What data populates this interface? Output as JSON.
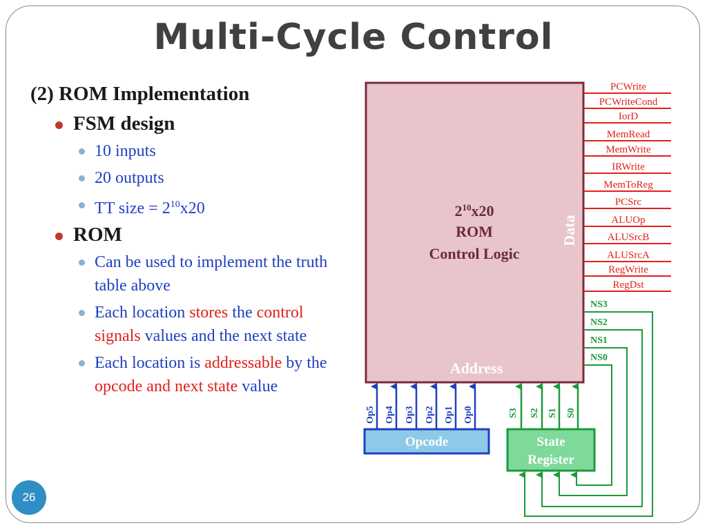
{
  "slide": {
    "title": "Multi-Cycle Control",
    "page_number": "26"
  },
  "content": {
    "heading": "(2) ROM Implementation",
    "fsm": {
      "label": "FSM design",
      "items": [
        "10 inputs",
        "20 outputs"
      ],
      "tt_prefix": "TT size = 2",
      "tt_sup": "10",
      "tt_suffix": "x20"
    },
    "rom": {
      "label": "ROM",
      "item1": "Can be used to implement the truth table above",
      "item2": {
        "p1": "Each location ",
        "p2": "stores",
        "p3": " the ",
        "p4": "control signals",
        "p5": " values and the next state"
      },
      "item3": {
        "p1": "Each location is ",
        "p2": "addressable",
        "p3": " by the ",
        "p4": "opcode and next state",
        "p5": " value"
      }
    }
  },
  "diagram": {
    "rom_line1_prefix": "2",
    "rom_line1_sup": "10",
    "rom_line1_suffix": "x20",
    "rom_line2": "ROM",
    "rom_line3": "Control Logic",
    "data_label": "Data",
    "address_label": "Address",
    "outputs": [
      "PCWrite",
      "PCWriteCond",
      "IorD",
      "MemRead",
      "MemWrite",
      "IRWrite",
      "MemToReg",
      "PCSrc",
      "ALUOp",
      "ALUSrcB",
      "ALUSrcA",
      "RegWrite",
      "RegDst"
    ],
    "next_state": [
      "NS3",
      "NS2",
      "NS1",
      "NS0"
    ],
    "opcode_bits": [
      "Op5",
      "Op4",
      "Op3",
      "Op2",
      "Op1",
      "Op0"
    ],
    "state_bits": [
      "S3",
      "S2",
      "S1",
      "S0"
    ],
    "opcode_box": "Opcode",
    "state_box_line1": "State",
    "state_box_line2": "Register",
    "colors": {
      "rom_fill": "#e8c4cc",
      "rom_border": "#7a2a3a",
      "signal_red": "#e0201b",
      "state_green": "#1a9a3a",
      "opcode_blue": "#1f3fbf",
      "opcode_fill": "#8ec9e8",
      "state_fill": "#7fd99a"
    }
  }
}
